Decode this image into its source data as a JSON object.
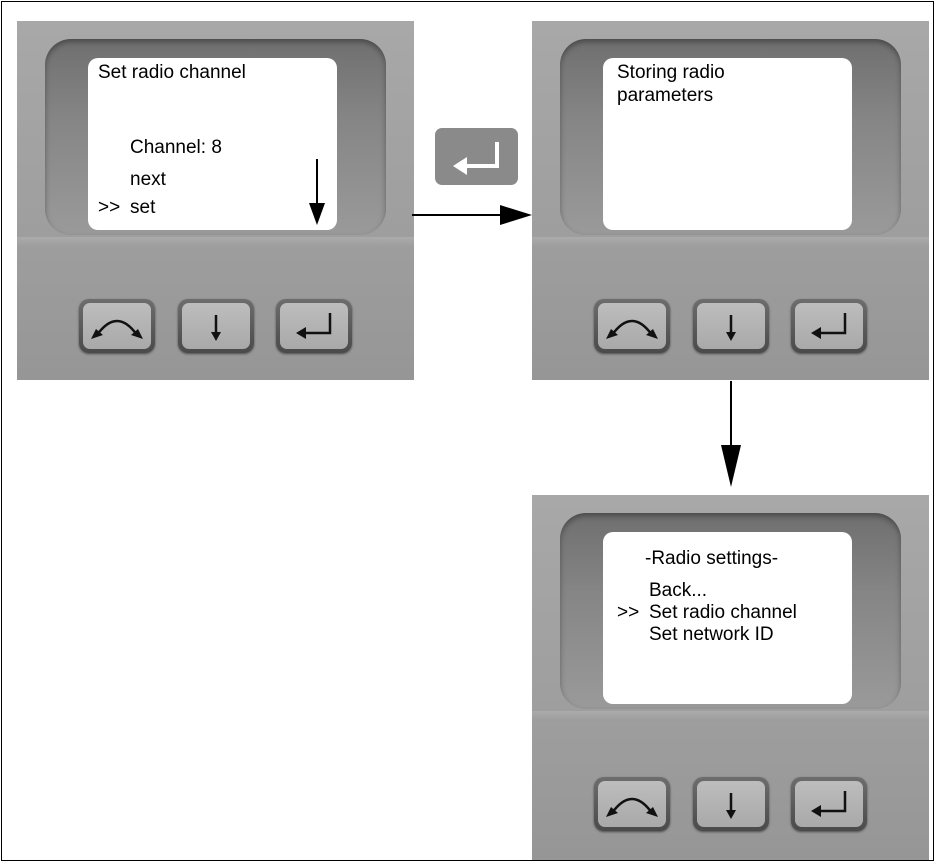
{
  "device_1": {
    "screen": {
      "title": "Set radio channel",
      "value_line": "Channel: 8",
      "option_next": "next",
      "cursor": ">>",
      "option_set": "set"
    }
  },
  "device_2": {
    "screen": {
      "line_1": "Storing radio",
      "line_2": "parameters"
    }
  },
  "device_3": {
    "screen": {
      "title": "-Radio settings-",
      "item_1": "Back...",
      "cursor": ">>",
      "item_2": "Set radio channel",
      "item_3": "Set network ID"
    }
  },
  "icons": {
    "cycle_button": "rotate-arc-icon",
    "down_button": "arrow-down-icon",
    "enter_button": "enter-return-icon",
    "flow_arrow": "arrow-right-icon"
  },
  "colors": {
    "device_body": "#a0a0a0",
    "screen": "#ffffff",
    "enter_key": "#8a8a8a"
  }
}
